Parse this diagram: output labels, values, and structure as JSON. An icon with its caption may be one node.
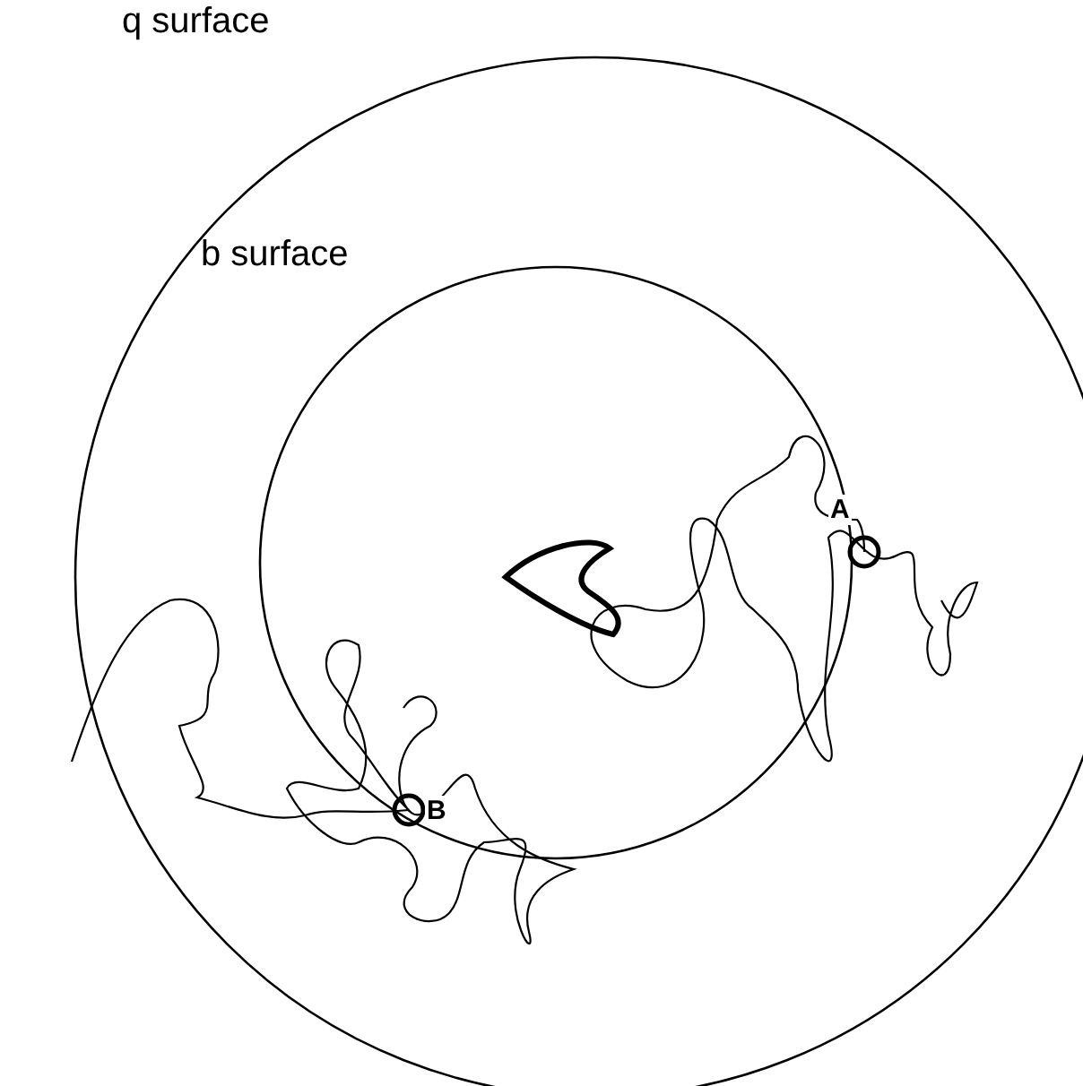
{
  "diagram": {
    "labels": [
      "q surface",
      "b surface",
      "A",
      "B"
    ]
  }
}
